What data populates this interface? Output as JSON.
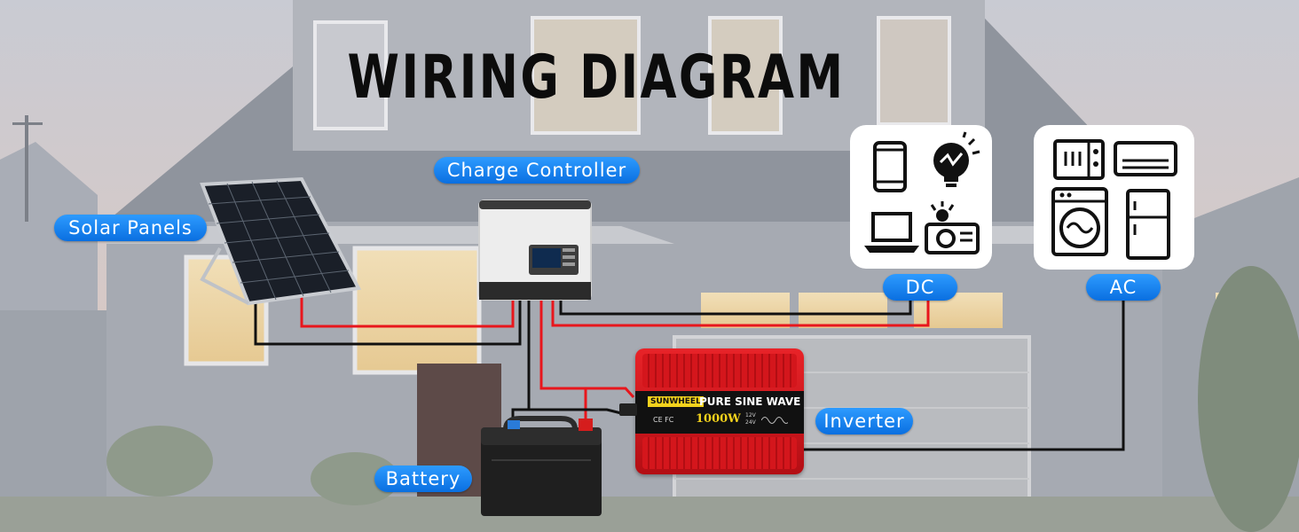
{
  "title": "WIRING DIAGRAM",
  "labels": {
    "charge_controller": "Charge Controller",
    "solar_panels": "Solar Panels",
    "dc": "DC",
    "ac": "AC",
    "inverter": "Inverter",
    "battery": "Battery"
  },
  "inverter_device": {
    "brand": "SUNWHEEL",
    "model_text": "PURE SINE WAVE",
    "power": "1000W",
    "voltage_12": "12V",
    "voltage_24": "24V",
    "cert_marks": "CE FC"
  },
  "dc_loads": [
    "smartphone-icon",
    "light-bulb-icon",
    "laptop-icon",
    "projector-icon"
  ],
  "ac_loads": [
    "microwave-icon",
    "air-conditioner-icon",
    "washing-machine-icon",
    "refrigerator-icon"
  ],
  "colors": {
    "label_blue": "#1a85f5",
    "wire_red": "#e8161c",
    "wire_black": "#111111",
    "inverter_red": "#d4161c"
  }
}
